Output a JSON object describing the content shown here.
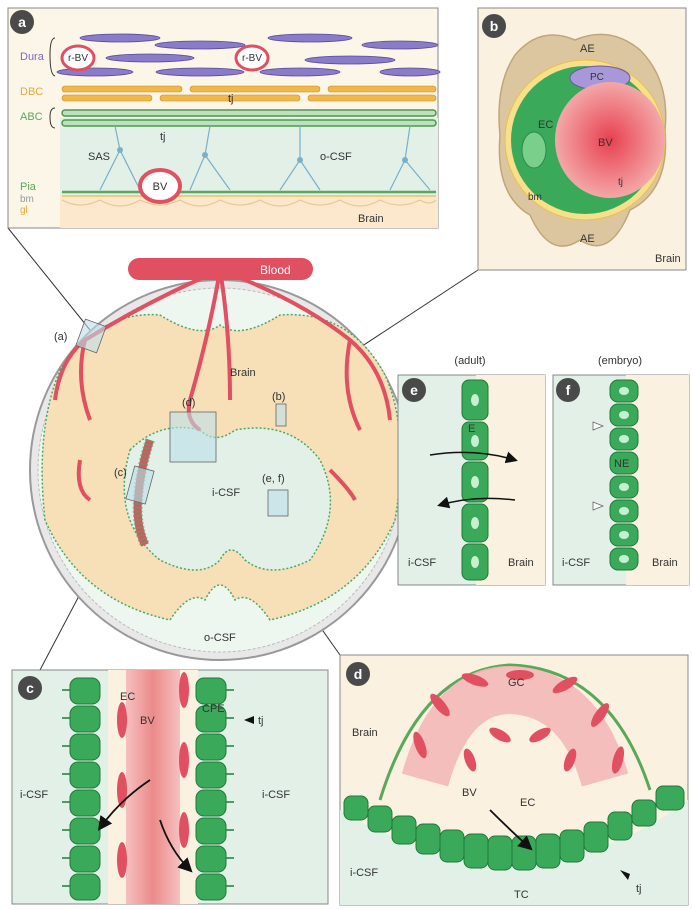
{
  "panels": {
    "a": {
      "letter": "a",
      "layers": {
        "dura": "Dura",
        "dbc": "DBC",
        "abc": "ABC",
        "pia": "Pia",
        "bm": "bm",
        "gl": "gl"
      },
      "vessels": {
        "left_small": "r-BV",
        "right_small": "r-BV",
        "bv": "BV"
      },
      "labels": {
        "tj_top": "tj",
        "tj_left": "tj",
        "sas": "SAS",
        "ocsf": "o-CSF",
        "brain": "Brain"
      }
    },
    "b": {
      "letter": "b",
      "labels": {
        "ae_top": "AE",
        "pc": "PC",
        "ec": "EC",
        "bv": "BV",
        "bm": "bm",
        "tj": "tj",
        "ae_bottom": "AE",
        "brain": "Brain"
      }
    },
    "center": {
      "blood": "Blood",
      "brain": "Brain",
      "icsf": "i-CSF",
      "ocsf": "o-CSF",
      "boxes": {
        "a": "(a)",
        "b": "(b)",
        "c": "(c)",
        "d": "(d)",
        "ef": "(e, f)"
      }
    },
    "e": {
      "letter": "e",
      "title": "(adult)",
      "labels": {
        "e": "E",
        "icsf": "i-CSF",
        "brain": "Brain"
      }
    },
    "f": {
      "letter": "f",
      "title": "(embryo)",
      "labels": {
        "ne": "NE",
        "icsf": "i-CSF",
        "brain": "Brain"
      }
    },
    "c": {
      "letter": "c",
      "labels": {
        "ec": "EC",
        "bv": "BV",
        "cpe": "CPE",
        "tj": "tj",
        "icsf_left": "i-CSF",
        "icsf_right": "i-CSF"
      }
    },
    "d": {
      "letter": "d",
      "labels": {
        "gc": "GC",
        "brain": "Brain",
        "bv": "BV",
        "ec": "EC",
        "icsf": "i-CSF",
        "tc": "TC",
        "tj": "tj"
      }
    }
  },
  "colors": {
    "dura": "#7b6bb8",
    "dbc": "#e8a83a",
    "abc": "#5aa85a",
    "blood": "#e05060",
    "brain": "#f7dfb8",
    "csf": "#e2f0e8",
    "epithelium": "#3aaa5a",
    "panel_badge": "#4a4a4a"
  }
}
